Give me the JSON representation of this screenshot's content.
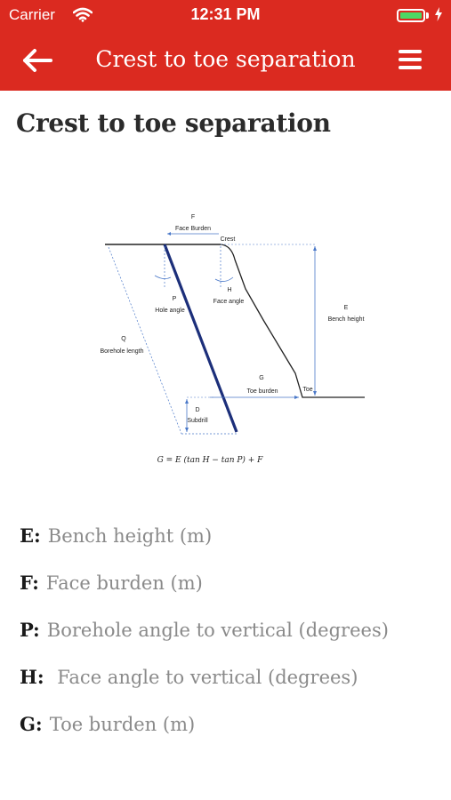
{
  "status_bar": {
    "carrier": "Carrier",
    "time": "12:31 PM",
    "battery_fraction": 1.0,
    "battery_color": "#4cd964"
  },
  "nav": {
    "title": "Crest to toe separation",
    "back_icon": "back-arrow-icon",
    "menu_icon": "hamburger-menu-icon",
    "bar_color": "#db2a20"
  },
  "page": {
    "title": "Crest to toe separation"
  },
  "diagram": {
    "labels": {
      "f": "F",
      "face_burden": "Face Burden",
      "crest": "Crest",
      "p": "P",
      "hole_angle": "Hole angle",
      "h": "H",
      "face_angle": "Face angle",
      "e": "E",
      "bench_height": "Bench height",
      "q": "Q",
      "borehole_length": "Borehole length",
      "g": "G",
      "toe_burden": "Toe burden",
      "toe": "Toe",
      "d": "D",
      "subdrill": "Subdrill"
    },
    "formula": "G = E (tan H − tan P) + F"
  },
  "definitions": [
    {
      "key": "E:",
      "text": "Bench height (m)"
    },
    {
      "key": "F:",
      "text": "Face burden (m)"
    },
    {
      "key": "P:",
      "text": "Borehole angle to vertical (degrees)"
    },
    {
      "key": "H:",
      "text": " Face angle to vertical (degrees)"
    },
    {
      "key": "G:",
      "text": "Toe burden (m)"
    }
  ]
}
